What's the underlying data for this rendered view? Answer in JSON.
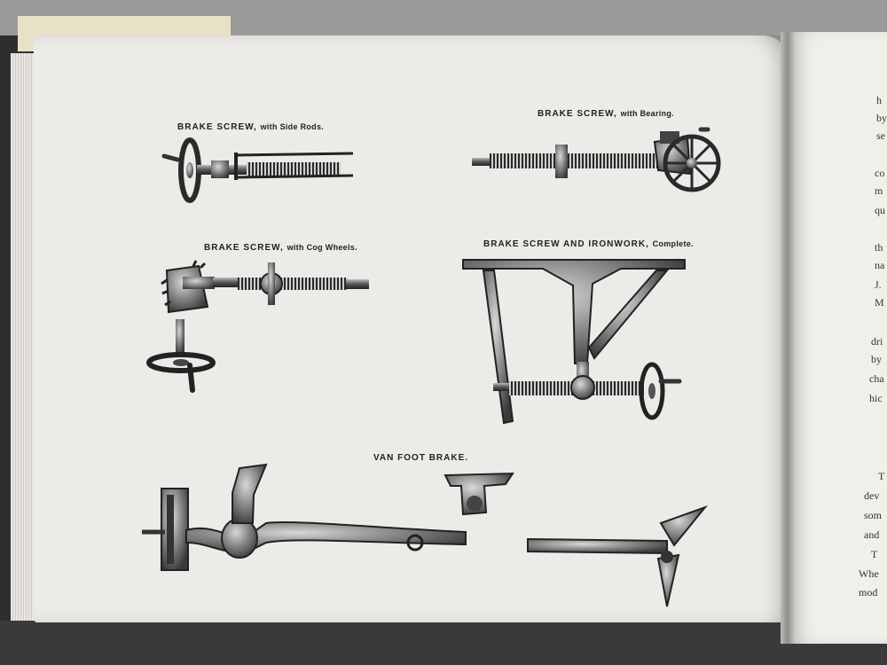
{
  "captions": {
    "c1": {
      "main": "BRAKE SCREW,",
      "sub": "with Side Rods."
    },
    "c2": {
      "main": "BRAKE SCREW,",
      "sub": "with Bearing."
    },
    "c3": {
      "main": "BRAKE SCREW,",
      "sub": "with Cog Wheels."
    },
    "c4": {
      "main": "BRAKE SCREW AND IRONWORK,",
      "sub": "Complete."
    },
    "c5": {
      "main": "VAN FOOT BRAKE."
    }
  },
  "right_page_fragments": [
    "h",
    "by",
    "se",
    "co",
    "m",
    "qu",
    "th",
    "na",
    "J.",
    "M",
    "dri",
    "by",
    "cha",
    "hic",
    "T",
    "dev",
    "som",
    "and",
    "T",
    "Whe",
    "mod"
  ],
  "colors": {
    "paper": "#ecebe8",
    "ink": "#222222"
  }
}
